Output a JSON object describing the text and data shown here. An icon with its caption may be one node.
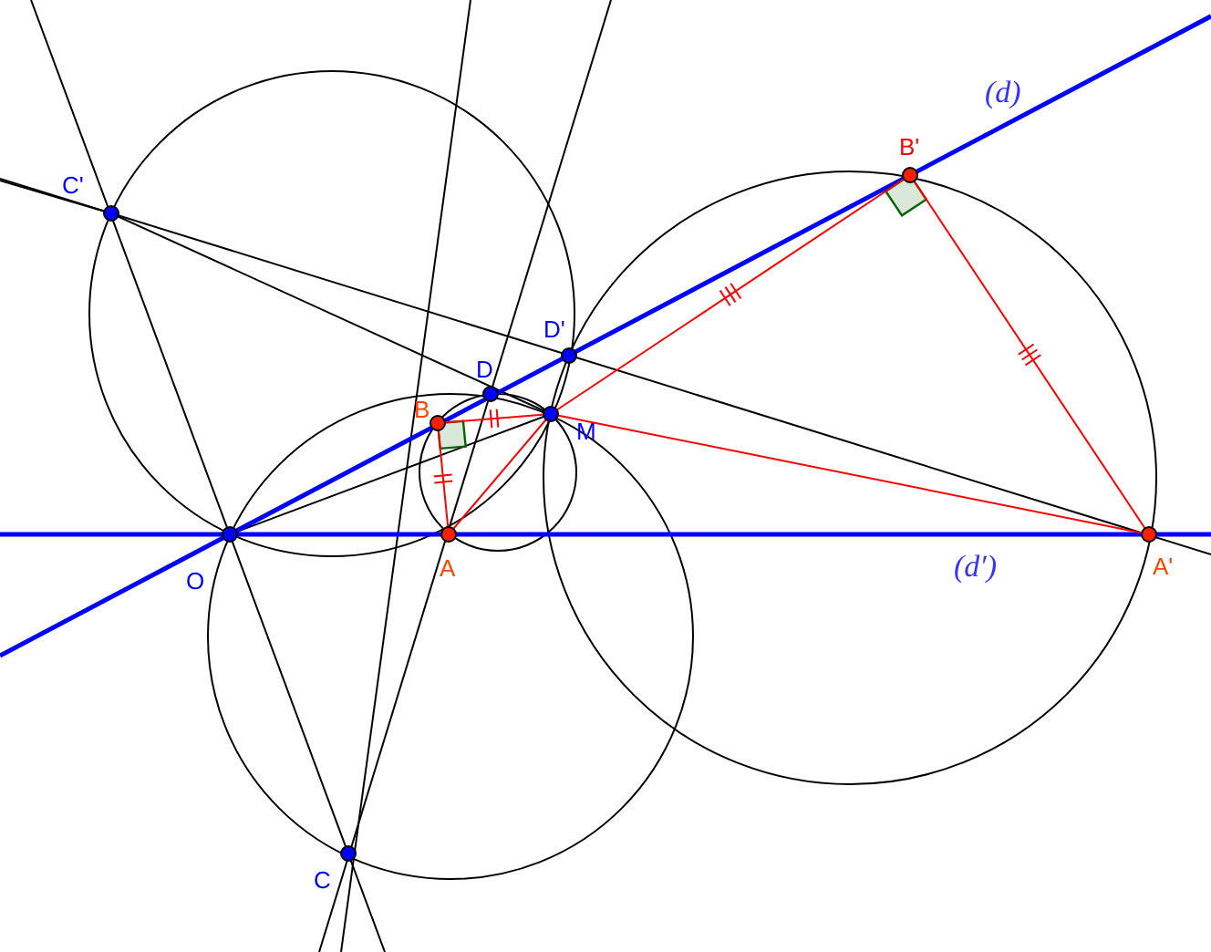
{
  "diagram": {
    "labels": [
      "(d)",
      "B'",
      "C'",
      "D'",
      "D",
      "B",
      "M",
      "(d′)",
      "O",
      "A",
      "A'",
      "C"
    ]
  }
}
